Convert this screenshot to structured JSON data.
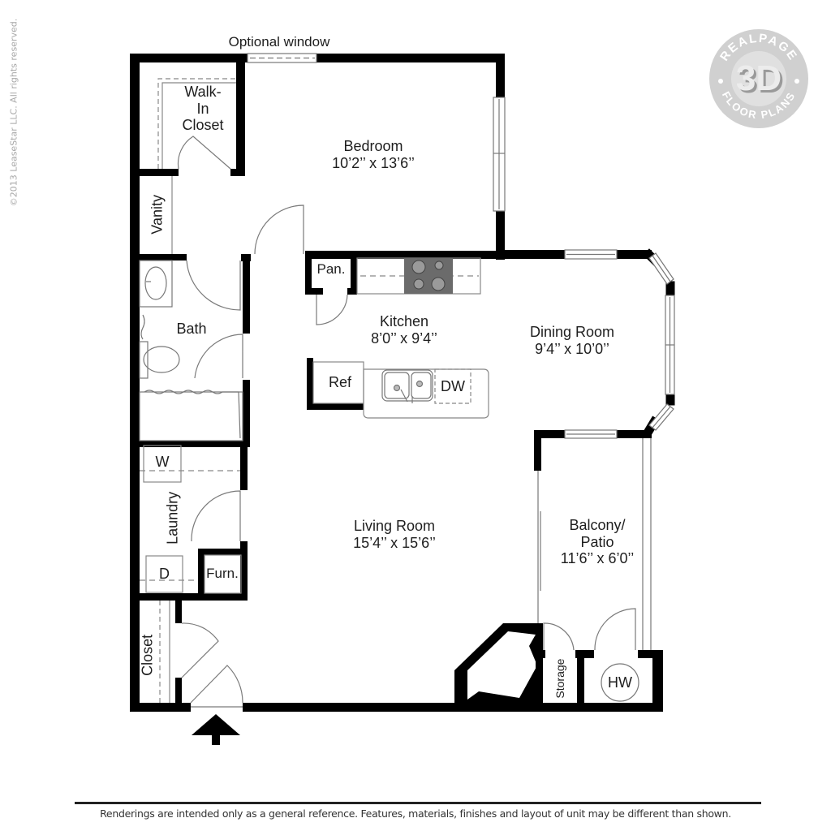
{
  "watermark": {
    "copyright": "©2013 LeaseStar LLC. All rights reserved."
  },
  "logo": {
    "top_text": "REALPAGE",
    "center_text": "3D",
    "bottom_text": "FLOOR PLANS",
    "color": "#d0d0d0"
  },
  "annotations": {
    "optional_window": "Optional window"
  },
  "rooms": {
    "walk_in_closet": {
      "line1": "Walk-",
      "line2": "In",
      "line3": "Closet"
    },
    "bedroom": {
      "name": "Bedroom",
      "size": "10’2’’ x 13’6’’"
    },
    "vanity": {
      "name": "Vanity"
    },
    "bath": {
      "name": "Bath"
    },
    "pantry": {
      "name": "Pan."
    },
    "kitchen": {
      "name": "Kitchen",
      "size": "8’0’’ x 9’4’’"
    },
    "dining_room": {
      "name": "Dining Room",
      "size": "9’4’’ x 10’0’’"
    },
    "refrigerator": {
      "name": "Ref"
    },
    "dishwasher": {
      "name": "DW"
    },
    "washer": {
      "name": "W"
    },
    "laundry": {
      "name": "Laundry"
    },
    "dryer": {
      "name": "D"
    },
    "furnace": {
      "name": "Furn."
    },
    "living_room": {
      "name": "Living Room",
      "size": "15’4’’ x 15’6’’"
    },
    "balcony": {
      "line1": "Balcony/",
      "line2": "Patio",
      "size": "11’6’’ x 6’0’’"
    },
    "closet": {
      "name": "Closet"
    },
    "storage": {
      "name": "Storage"
    },
    "water_heater": {
      "name": "HW"
    }
  },
  "entry": {
    "icon": "entry-arrow-icon"
  },
  "footer": {
    "disclaimer": "Renderings are intended only as a general reference. Features, materials, finishes and layout of unit may be different than shown."
  },
  "colors": {
    "wall": "#000000",
    "fixture_line": "#7a7a7a",
    "cooktop": "#6b6b6b",
    "text": "#1e1e1e",
    "watermark": "#a8a8a8"
  }
}
